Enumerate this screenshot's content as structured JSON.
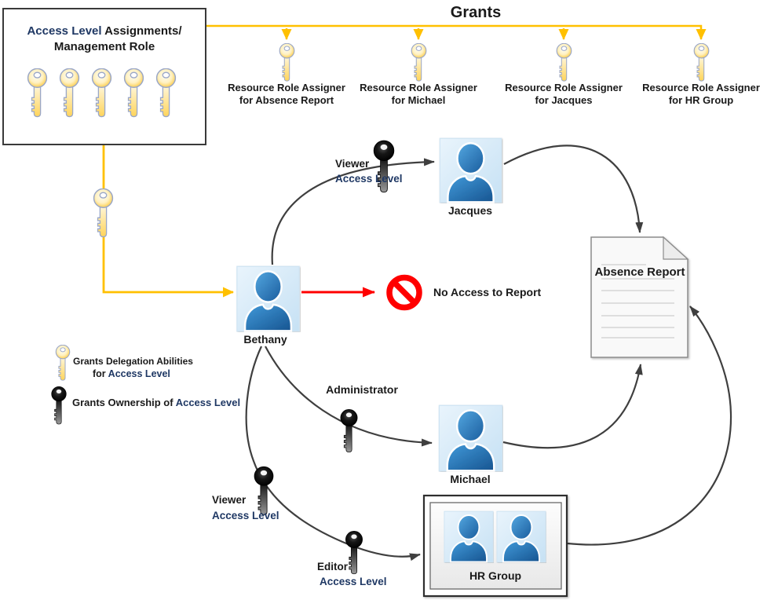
{
  "title": "Grants",
  "colors": {
    "grant_yellow": "#FFC000",
    "accent_navy": "#1F3864",
    "deny_red": "#FF0000",
    "connector_gray": "#3F3F3F",
    "person_blue": "#2E75B6",
    "person_bg": "#D6E9F8"
  },
  "icons": {
    "yellow_key": "delegation-key-icon",
    "black_key": "ownership-key-icon",
    "person": "person-icon",
    "document": "document-icon",
    "no_entry": "no-entry-icon"
  },
  "source_box": {
    "title_accent": "Access Level",
    "title_rest": " Assignments/",
    "title_line2": "Management Role",
    "key_count": 5
  },
  "grant_targets": [
    {
      "line1": "Resource Role Assigner",
      "line2": "for Absence Report"
    },
    {
      "line1": "Resource Role Assigner",
      "line2": "for Michael"
    },
    {
      "line1": "Resource Role Assigner",
      "line2": "for Jacques"
    },
    {
      "line1": "Resource Role Assigner",
      "line2": "for HR Group"
    }
  ],
  "people": {
    "bethany": "Bethany",
    "jacques": "Jacques",
    "michael": "Michael",
    "hr_group": "HR Group"
  },
  "document": {
    "label": "Absence Report"
  },
  "no_access": {
    "label": "No Access to Report"
  },
  "roles": {
    "jacques_role": "Viewer",
    "jacques_level": "Access Level",
    "michael_role": "Administrator",
    "hr_viewer_role": "Viewer",
    "hr_viewer_level": "Access Level",
    "hr_editor_role": "Editor",
    "hr_editor_level": "Access Level"
  },
  "legend": {
    "yellow_line1": "Grants Delegation Abilities",
    "yellow_line2_prefix": "for ",
    "yellow_line2_accent": "Access Level",
    "black_prefix": "Grants Ownership of ",
    "black_accent": "Access Level"
  }
}
